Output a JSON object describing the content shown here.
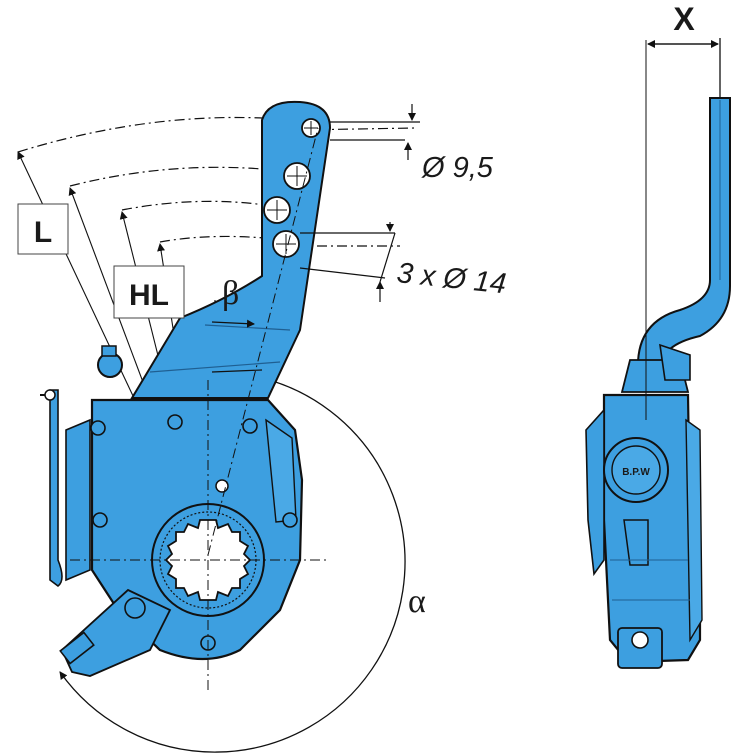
{
  "labels": {
    "L": "L",
    "HL": "HL",
    "beta": "β",
    "alpha": "α",
    "X": "X",
    "hole_small": "Ø 9,5",
    "hole_large": "3 x Ø 14",
    "logo": "B.P.W"
  },
  "colors": {
    "part": "#3d9fe0",
    "part_dark": "#1f5f92",
    "outline": "#111111"
  }
}
